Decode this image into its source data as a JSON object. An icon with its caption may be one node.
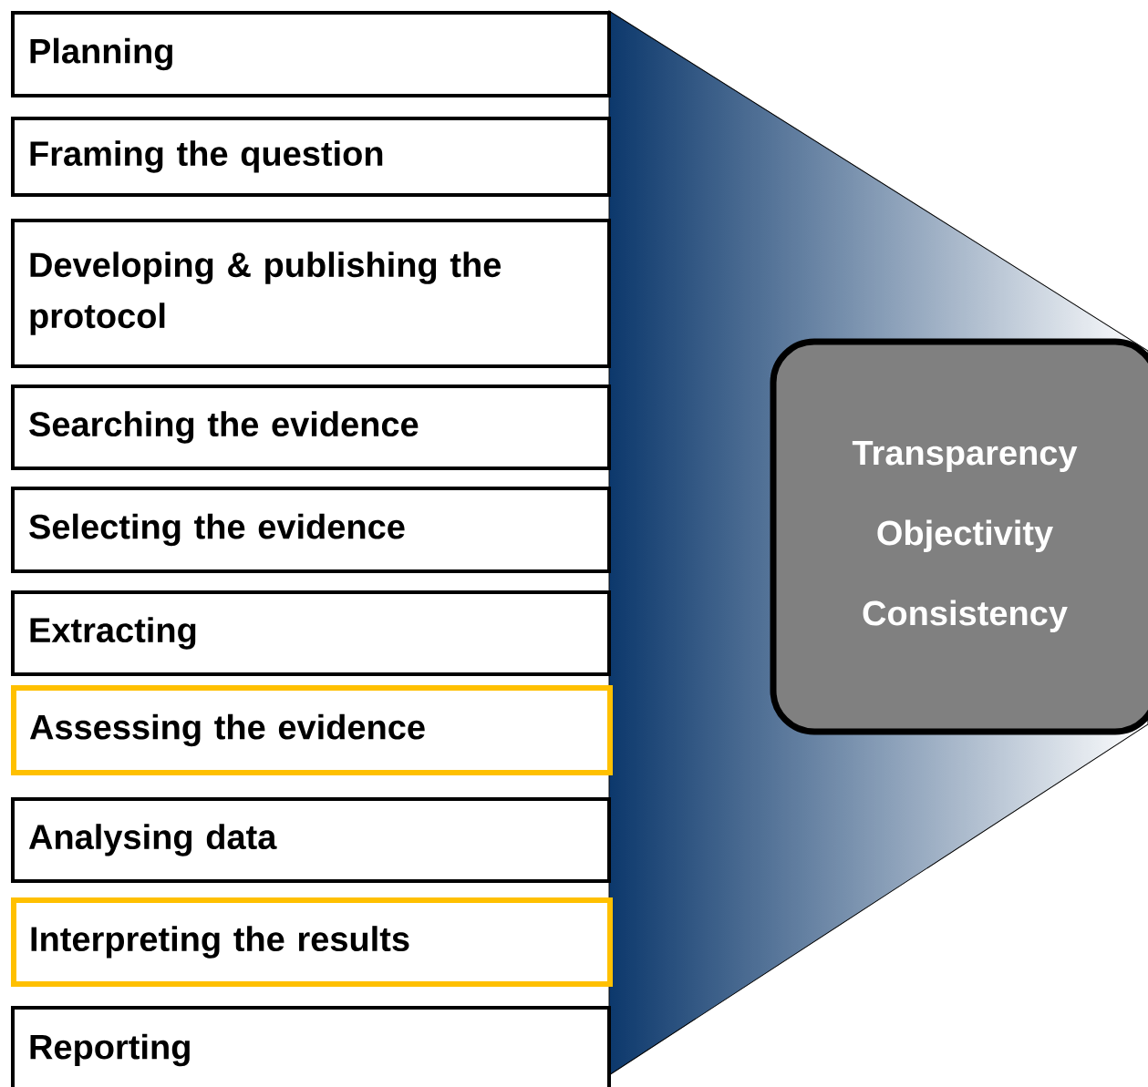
{
  "diagram": {
    "nodes": [
      {
        "text": [
          "Planning"
        ]
      },
      {
        "text": [
          "Framing the question"
        ]
      },
      {
        "text": [
          "Developing & publishing the protocol"
        ]
      },
      {
        "text": [
          "Searching the evidence"
        ]
      },
      {
        "text": [
          "Selecting the evidence"
        ]
      },
      {
        "text": [
          "Extracting"
        ]
      },
      {
        "text": [
          "Assessing the evidence"
        ]
      },
      {
        "text": [
          "Analysing data"
        ]
      },
      {
        "text": [
          "Interpreting the results"
        ]
      },
      {
        "text": [
          "Reporting"
        ]
      },
      {
        "text": [
          "Transparency",
          "Objectivity",
          "Consistency"
        ]
      }
    ]
  }
}
